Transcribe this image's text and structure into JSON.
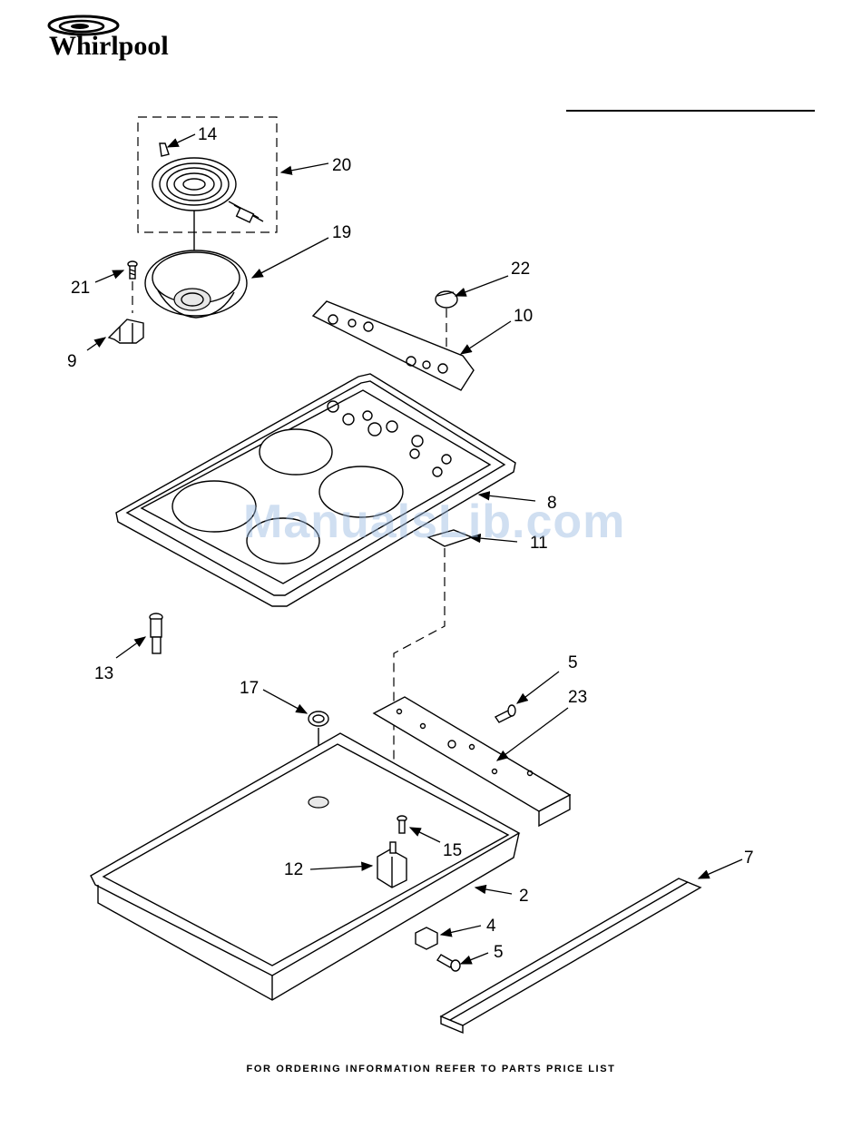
{
  "brand": {
    "name": "Whirlpool"
  },
  "watermark": "ManualsLib.com",
  "footer": "FOR ORDERING INFORMATION REFER TO PARTS PRICE LIST",
  "callouts": {
    "c14": "14",
    "c20": "20",
    "c19": "19",
    "c21": "21",
    "c9": "9",
    "c22": "22",
    "c10": "10",
    "c8": "8",
    "c11": "11",
    "c13": "13",
    "c5a": "5",
    "c23": "23",
    "c17": "17",
    "c15": "15",
    "c12": "12",
    "c2": "2",
    "c7": "7",
    "c4": "4",
    "c5b": "5"
  }
}
